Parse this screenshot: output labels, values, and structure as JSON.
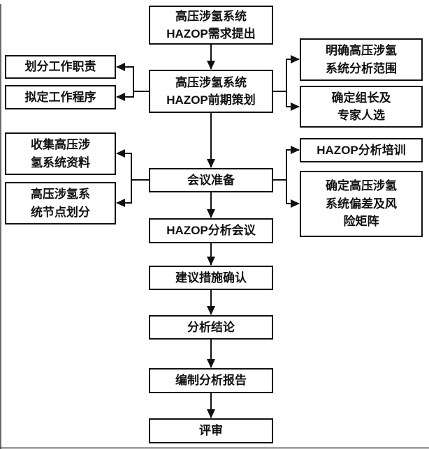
{
  "flowchart": {
    "nodes": {
      "c1": {
        "label": "高压涉氢系统\nHAZOP需求提出"
      },
      "c2": {
        "label": "高压涉氢系统\nHAZOP前期策划"
      },
      "c3": {
        "label": "会议准备"
      },
      "c4": {
        "label": "HAZOP分析会议"
      },
      "c5": {
        "label": "建议措施确认"
      },
      "c6": {
        "label": "分析结论"
      },
      "c7": {
        "label": "编制分析报告"
      },
      "c8": {
        "label": "评审"
      },
      "l1": {
        "label": "划分工作职责"
      },
      "l2": {
        "label": "拟定工作程序"
      },
      "l3": {
        "label": "收集高压涉\n氢系统资料"
      },
      "l4": {
        "label": "高压涉氢系\n统节点划分"
      },
      "r1": {
        "label": "明确高压涉氢\n系统分析范围"
      },
      "r2": {
        "label": "确定组长及\n专家人选"
      },
      "r3": {
        "label": "HAZOP分析培训"
      },
      "r4": {
        "label": "确定高压涉氢\n系统偏差及风\n险矩阵"
      }
    },
    "edges": [
      {
        "from": "c1",
        "to": "c2"
      },
      {
        "from": "c2",
        "to": "l1"
      },
      {
        "from": "c2",
        "to": "l2"
      },
      {
        "from": "c2",
        "to": "r1"
      },
      {
        "from": "c2",
        "to": "r2"
      },
      {
        "from": "c2",
        "to": "c3"
      },
      {
        "from": "c3",
        "to": "l3"
      },
      {
        "from": "c3",
        "to": "l4"
      },
      {
        "from": "c3",
        "to": "r3"
      },
      {
        "from": "c3",
        "to": "r4"
      },
      {
        "from": "c3",
        "to": "c4"
      },
      {
        "from": "c4",
        "to": "c5"
      },
      {
        "from": "c5",
        "to": "c6"
      },
      {
        "from": "c6",
        "to": "c7"
      },
      {
        "from": "c7",
        "to": "c8"
      }
    ],
    "colors": {
      "line": "#111111",
      "box_border": "#111111",
      "background": "#ffffff",
      "text": "#111111"
    }
  }
}
